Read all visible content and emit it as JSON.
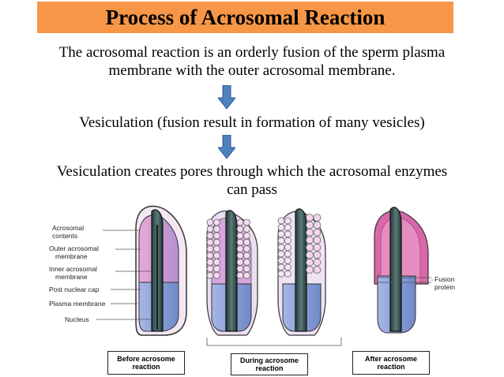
{
  "title": "Process of Acrosomal Reaction",
  "step1": {
    "line1": "The acrosomal reaction is an orderly fusion of the sperm plasma",
    "line2": "membrane with the outer acrosomal membrane."
  },
  "step2": "Vesiculation (fusion result in formation of many vesicles)",
  "step3": {
    "line1": "Vesiculation creates pores through which the acrosomal enzymes",
    "line2": "can pass"
  },
  "labels": {
    "acrosomal_contents": [
      "Acrosomal",
      "contents"
    ],
    "outer_membrane": [
      "Outer acrosomal",
      "membrane"
    ],
    "inner_membrane": [
      "Inner acrosomal",
      "membrane"
    ],
    "post_nuclear_cap": "Post nuclear cap",
    "plasma_membrane": "Plasma membrane",
    "nucleus": "Nucleus",
    "fusion_protein": [
      "Fusion",
      "protein"
    ]
  },
  "captions": {
    "before": [
      "Before acrosome",
      "reaction"
    ],
    "during": [
      "During acrosome",
      "reaction"
    ],
    "after": [
      "After acrosome",
      "reaction"
    ]
  },
  "colors": {
    "title_bg": "#f79646",
    "arrow": "#4f81bd",
    "acrosome": "#c9a0dc",
    "nucleus": "#2f4f4f",
    "post_region": "#8fa8dc"
  }
}
